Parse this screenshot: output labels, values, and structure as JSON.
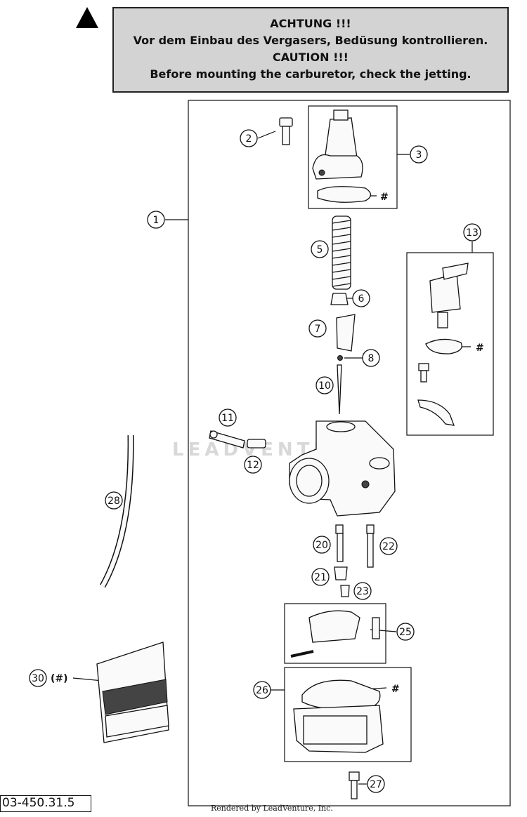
{
  "warning": {
    "line1": "ACHTUNG !!!",
    "line2": "Vor dem Einbau des Vergasers, Bedüsung kontrollieren.",
    "line3": "CAUTION !!!",
    "line4": "Before mounting the carburetor, check the jetting."
  },
  "callouts": {
    "c1": "1",
    "c2": "2",
    "c3": "3",
    "c5": "5",
    "c6": "6",
    "c7": "7",
    "c8": "8",
    "c10": "10",
    "c11": "11",
    "c12": "12",
    "c13": "13",
    "c20": "20",
    "c21": "21",
    "c22": "22",
    "c23": "23",
    "c25": "25",
    "c26": "26",
    "c27": "27",
    "c28": "28",
    "c30": "30"
  },
  "hash_marks": {
    "h3": "#",
    "h13": "#",
    "h26": "#",
    "h30": "(#)"
  },
  "watermark": "LEADVENTURE",
  "document_number": "03-450.31.5",
  "footer": "Rendered by LeadVenture, Inc."
}
